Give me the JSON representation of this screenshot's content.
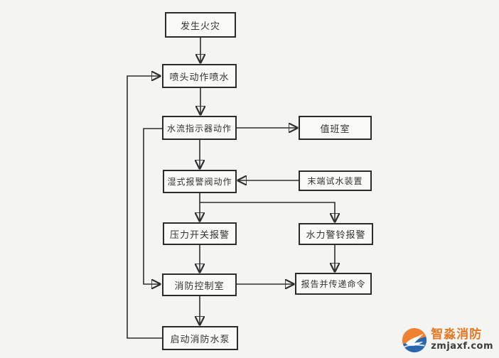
{
  "flowchart": {
    "nodes": [
      {
        "id": "fire",
        "label": "发生火灾"
      },
      {
        "id": "sprinkler",
        "label": "喷头动作喷水"
      },
      {
        "id": "flow",
        "label": "水流指示器动作"
      },
      {
        "id": "duty",
        "label": "值班室"
      },
      {
        "id": "valve",
        "label": "湿式报警阀动作"
      },
      {
        "id": "endtest",
        "label": "末端试水装置"
      },
      {
        "id": "pswitch",
        "label": "压力开关报警"
      },
      {
        "id": "bell",
        "label": "水力警铃报警"
      },
      {
        "id": "control",
        "label": "消防控制室"
      },
      {
        "id": "report",
        "label": "报告并传递命令"
      },
      {
        "id": "pump",
        "label": "启动消防水泵"
      }
    ],
    "edges": [
      {
        "from": "fire",
        "to": "sprinkler"
      },
      {
        "from": "sprinkler",
        "to": "flow"
      },
      {
        "from": "flow",
        "to": "duty"
      },
      {
        "from": "flow",
        "to": "valve"
      },
      {
        "from": "endtest",
        "to": "valve"
      },
      {
        "from": "valve",
        "to": "pswitch"
      },
      {
        "from": "valve",
        "to": "bell"
      },
      {
        "from": "pswitch",
        "to": "control"
      },
      {
        "from": "bell",
        "to": "report"
      },
      {
        "from": "control",
        "to": "report"
      },
      {
        "from": "control",
        "to": "pump"
      },
      {
        "from": "pump",
        "to": "sprinkler"
      },
      {
        "from": "flow",
        "to": "control"
      }
    ],
    "line_color": "#2e2e2e"
  },
  "watermark": {
    "brand": "智淼消防",
    "domain": "zmjaxf.com",
    "brand_color": "#e87722",
    "icon_orange": "#ef8232",
    "icon_blue": "#2a66ad"
  }
}
